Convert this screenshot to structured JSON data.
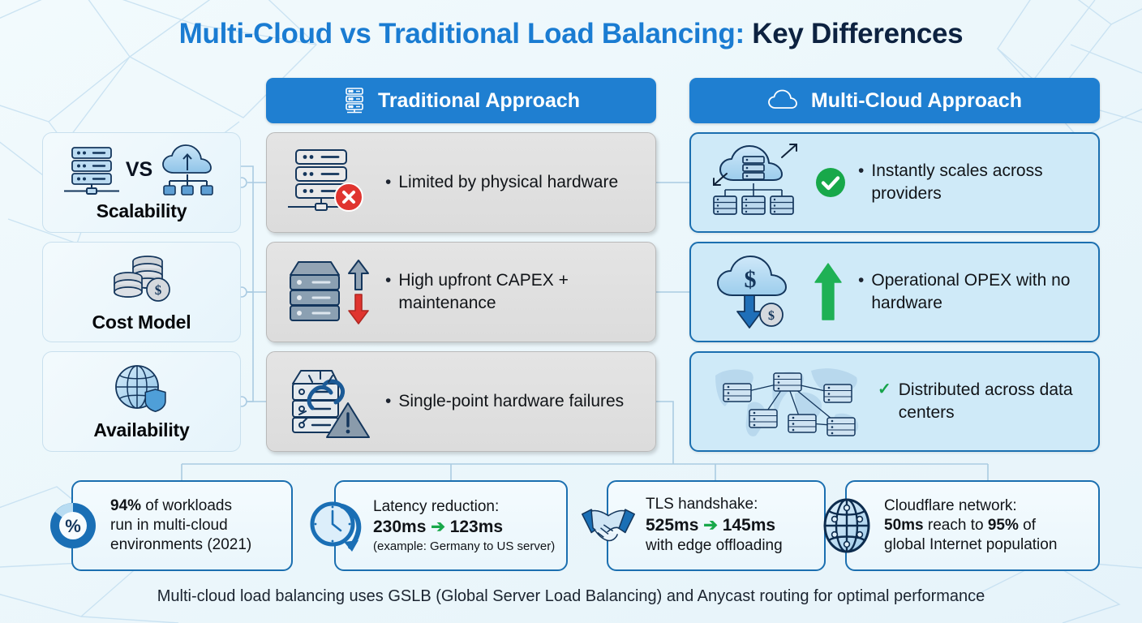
{
  "title": {
    "part1": "Multi-Cloud vs Traditional Load Balancing:",
    "part2": "Key Differences"
  },
  "columns": [
    {
      "id": "traditional",
      "label": "Traditional Approach",
      "icon": "server-rack-icon"
    },
    {
      "id": "multicloud",
      "label": "Multi-Cloud Approach",
      "icon": "cloud-icon"
    }
  ],
  "categories": [
    {
      "label": "Scalability",
      "icon": "server-vs-cloud-icon",
      "vs_label": "VS"
    },
    {
      "label": "Cost Model",
      "icon": "coins-dollar-icon"
    },
    {
      "label": "Availability",
      "icon": "globe-shield-icon"
    }
  ],
  "traditional_cards": [
    {
      "icon": "server-rack-error-icon",
      "bullet": "•",
      "text": "Limited by physical hardware"
    },
    {
      "icon": "server-stack-arrows-icon",
      "bullet": "•",
      "text": "High upfront CAPEX + maintenance"
    },
    {
      "icon": "broken-link-warning-icon",
      "bullet": "•",
      "text": "Single-point hardware failures"
    }
  ],
  "multicloud_cards": [
    {
      "icon": "cloud-scale-servers-icon",
      "bullet": "•",
      "text": "Instantly scales across providers"
    },
    {
      "icon": "cloud-dollar-arrows-icon",
      "bullet": "•",
      "text": "Operational OPEX with no hardware"
    },
    {
      "icon": "world-map-servers-icon",
      "bullet": "✓",
      "text": "Distributed across data centers"
    }
  ],
  "stats": [
    {
      "icon": "percent-donut-icon",
      "lines": [
        {
          "bold": "94%",
          "rest": " of workloads"
        },
        {
          "bold": "",
          "rest": "run in multi-cloud"
        },
        {
          "bold": "",
          "rest": "environments (2021)"
        }
      ]
    },
    {
      "icon": "clock-refresh-icon",
      "title": "Latency reduction:",
      "from": "230ms",
      "arrow": "➔",
      "to": "123ms",
      "note": "(example: Germany to US server)"
    },
    {
      "icon": "handshake-icon",
      "title": "TLS handshake:",
      "from": "525ms",
      "arrow": "➔",
      "to": "145ms",
      "note": "with edge offloading"
    },
    {
      "icon": "globe-grid-icon",
      "title": "Cloudflare network:",
      "bold1": "50ms",
      "mid": " reach to ",
      "bold2": "95%",
      "tail": " of",
      "note": "global Internet population"
    }
  ],
  "footer": "Multi-cloud load balancing uses GSLB (Global Server Load Balancing) and Anycast routing for optimal performance",
  "colors": {
    "header_blue": "#1f7fd1",
    "title_blue": "#1a7cd2",
    "title_dark": "#0d2240",
    "cloud_card_bg": "#cfeaf8",
    "cloud_card_border": "#1b6fb0",
    "trad_card_bg": "#e0e0e0",
    "trad_card_border": "#b9b9b9",
    "page_bg": "#eef7fb",
    "green": "#16a34a",
    "red": "#e03131"
  }
}
